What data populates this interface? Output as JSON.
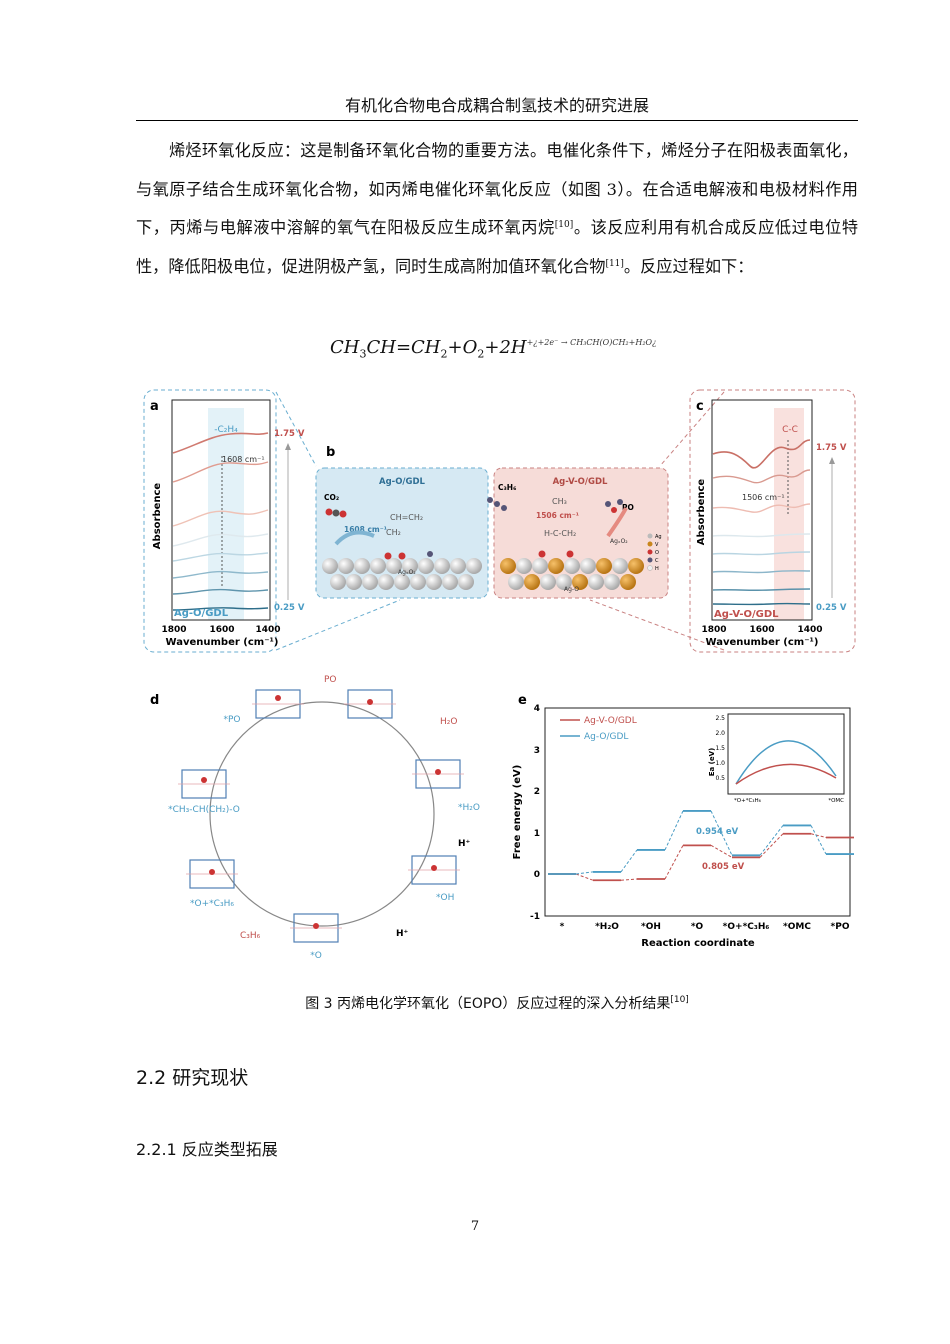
{
  "header": {
    "title": "有机化合物电合成耦合制氢技术的研究进展"
  },
  "paragraph": {
    "part1": "烯烃环氧化反应：这是制备环氧化合物的重要方法。电催化条件下，烯烃分子在阳极表面氧化，与氧原子结合生成环氧化合物，如丙烯电催化环氧化反应（如图 3）。在合适电解液和电极材料作用下，丙烯与电解液中溶解的氧气在阳极反应生成环氧丙烷",
    "ref1": "[10]",
    "part2": "。该反应利用有机合成反应低过电位特性，降低阳极电位，促进阴极产氢，同时生成高附加值环氧化合物",
    "ref2": "[11]",
    "part3": "。反应过程如下："
  },
  "equation": {
    "main_a": "CH",
    "s1": "3",
    "main_b": "CH=CH",
    "s2": "2",
    "main_c": "+O",
    "s3": "2",
    "main_d": "+2H",
    "tail": "+¿+2e⁻ → CH₃CH(O)CH₂+H₂O¿"
  },
  "figure": {
    "panel_a": {
      "label": "a",
      "top_label": "-C₂H₄",
      "peak_label": "1608 cm⁻¹",
      "v_high": "1.75 V",
      "v_low": "0.25 V",
      "name": "Ag-O/GDL",
      "ylabel": "Absorbence",
      "xlabel": "Wavenumber (cm⁻¹)",
      "ticks": [
        "1800",
        "1600",
        "1400"
      ]
    },
    "panel_b": {
      "label": "b",
      "left_title": "Ag-O/GDL",
      "right_title": "Ag-V-O/GDL",
      "co2": "CO₂",
      "c3h6": "C₃H₆",
      "po": "PO",
      "band_left": "1608 cm⁻¹",
      "band_right": "1506 cm⁻¹",
      "mol_left": "CH=CH₂",
      "mol_left_sub": "CH₂",
      "mol_right_ch3": "CH₃",
      "mol_right_mid": "H-C-CH₂",
      "agxo": "AgₓO₂",
      "ago": "Ag-O",
      "legend": [
        "Ag",
        "V",
        "O",
        "C",
        "H"
      ]
    },
    "panel_c": {
      "label": "c",
      "top_label": "C-C",
      "peak_label": "1506 cm⁻¹",
      "v_high": "1.75 V",
      "v_low": "0.25 V",
      "name": "Ag-V-O/GDL",
      "ylabel": "Absorbence",
      "xlabel": "Wavenumber (cm⁻¹)",
      "ticks": [
        "1800",
        "1600",
        "1400"
      ]
    },
    "panel_d": {
      "label": "d",
      "po": "PO",
      "h2o": "H₂O",
      "h2o_state": "*H₂O",
      "hplus1": "H⁺",
      "oh_state": "*OH",
      "hplus2": "H⁺",
      "o_state": "*O",
      "c3h6": "C₃H₆",
      "oc3h6_state": "*O+*C₃H₆",
      "omc_state": "*CH₃-CH(CH₂)-O",
      "po_state": "*PO"
    },
    "panel_e": {
      "label": "e",
      "legend": [
        "Ag-V-O/GDL",
        "Ag-O/GDL"
      ],
      "ylabel": "Free energy (eV)",
      "xlabel": "Reaction coordinate",
      "yticks": [
        "4",
        "3",
        "2",
        "1",
        "0",
        "-1"
      ],
      "xticks": [
        "*",
        "*H₂O",
        "*OH",
        "*O",
        "*O+*C₃H₆",
        "*OMC",
        "*PO"
      ],
      "ann_blue": "0.954 eV",
      "ann_red": "0.805 eV",
      "inset": {
        "ylabel": "Ea (eV)",
        "yticks": [
          "2.5",
          "2.0",
          "1.5",
          "1.0",
          "0.5"
        ],
        "left": "*O+*C₃H₆",
        "right": "*OMC"
      }
    },
    "colors": {
      "red": "#c0504d",
      "blue": "#4a9cc4",
      "box_blue": "#6aaed0",
      "box_red": "#c98282"
    }
  },
  "caption": {
    "text": "图 3 丙烯电化学环氧化（EOPO）反应过程的深入分析结果",
    "ref": "[10]"
  },
  "sections": {
    "h2": "2.2 研究现状",
    "h3": "2.2.1 反应类型拓展"
  },
  "page_number": "7",
  "chart_data": {
    "type": "line",
    "title": "",
    "xlabel": "Reaction coordinate",
    "ylabel": "Free energy (eV)",
    "ylim": [
      -1,
      4
    ],
    "categories": [
      "*",
      "*H₂O",
      "*OH",
      "*O",
      "*O+*C₃H₆",
      "*OMC",
      "*PO"
    ],
    "series": [
      {
        "name": "Ag-V-O/GDL",
        "values": [
          0,
          -0.15,
          -0.12,
          0.69,
          0.4,
          0.97,
          0.88
        ]
      },
      {
        "name": "Ag-O/GDL",
        "values": [
          0,
          0.05,
          0.58,
          1.52,
          0.45,
          1.17,
          0.48
        ]
      }
    ]
  }
}
